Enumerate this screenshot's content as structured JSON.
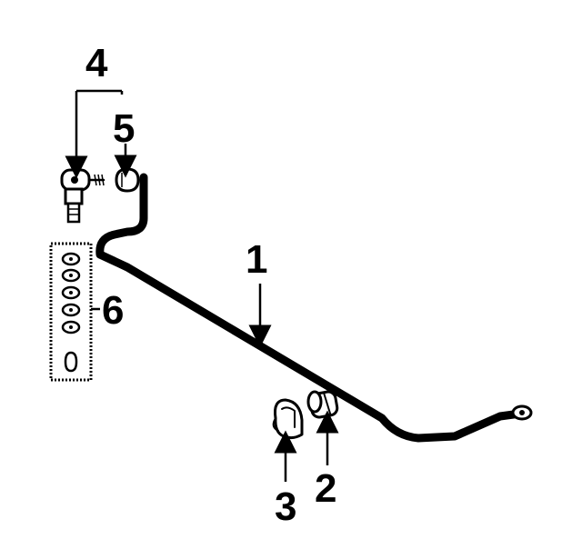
{
  "callouts": {
    "stabilizer_bar": "1",
    "bushing": "2",
    "bracket": "3",
    "link_group": "4",
    "link_nut": "5",
    "link_kit": "6"
  }
}
